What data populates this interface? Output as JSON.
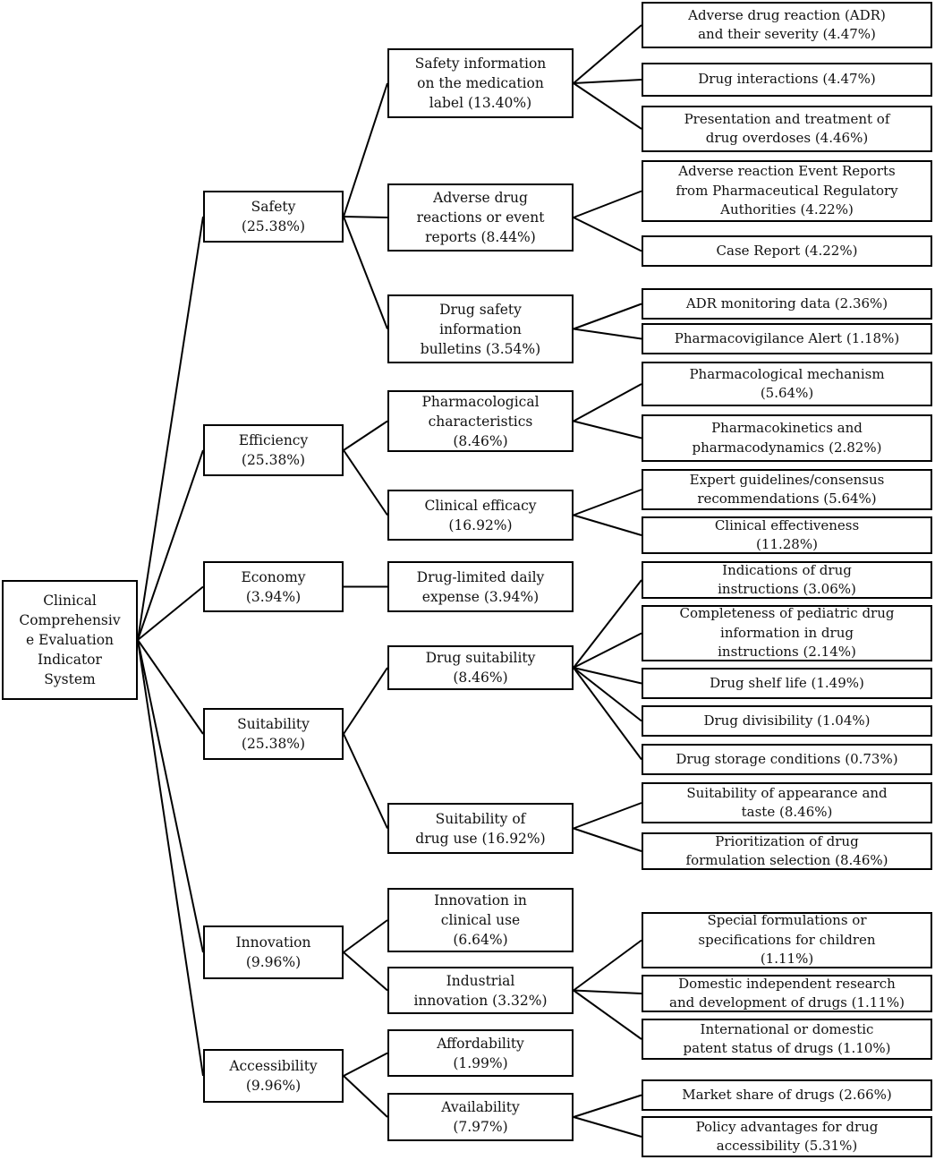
{
  "root": {
    "id": "root",
    "label": "Clinical\nComprehensiv\ne Evaluation\nIndicator\nSystem"
  },
  "level1": [
    {
      "id": "safety",
      "label": "Safety\n(25.38%)"
    },
    {
      "id": "efficiency",
      "label": "Efficiency\n(25.38%)"
    },
    {
      "id": "economy",
      "label": "Economy\n(3.94%)"
    },
    {
      "id": "suitability",
      "label": "Suitability\n(25.38%)"
    },
    {
      "id": "innovation",
      "label": "Innovation\n(9.96%)"
    },
    {
      "id": "accessibility",
      "label": "Accessibility\n(9.96%)"
    }
  ],
  "level2": [
    {
      "id": "s1",
      "parent": "safety",
      "label": "Safety information\non the medication\nlabel (13.40%)"
    },
    {
      "id": "s2",
      "parent": "safety",
      "label": "Adverse drug\nreactions or event\nreports (8.44%)"
    },
    {
      "id": "s3",
      "parent": "safety",
      "label": "Drug safety\ninformation\nbulletins (3.54%)"
    },
    {
      "id": "e1",
      "parent": "efficiency",
      "label": "Pharmacological\ncharacteristics\n(8.46%)"
    },
    {
      "id": "e2",
      "parent": "efficiency",
      "label": "Clinical efficacy\n(16.92%)"
    },
    {
      "id": "ec1",
      "parent": "economy",
      "label": "Drug-limited daily\nexpense (3.94%)"
    },
    {
      "id": "u1",
      "parent": "suitability",
      "label": "Drug suitability\n(8.46%)"
    },
    {
      "id": "u2",
      "parent": "suitability",
      "label": "Suitability of\ndrug use (16.92%)"
    },
    {
      "id": "i1",
      "parent": "innovation",
      "label": "Innovation in\nclinical use\n(6.64%)"
    },
    {
      "id": "i2",
      "parent": "innovation",
      "label": "Industrial\ninnovation (3.32%)"
    },
    {
      "id": "a1",
      "parent": "accessibility",
      "label": "Affordability\n(1.99%)"
    },
    {
      "id": "a2",
      "parent": "accessibility",
      "label": "Availability\n(7.97%)"
    }
  ],
  "level3": [
    {
      "id": "s1a",
      "parent": "s1",
      "label": "Adverse drug reaction (ADR)\nand their severity (4.47%)"
    },
    {
      "id": "s1b",
      "parent": "s1",
      "label": "Drug interactions (4.47%)"
    },
    {
      "id": "s1c",
      "parent": "s1",
      "label": "Presentation and treatment of\ndrug overdoses (4.46%)"
    },
    {
      "id": "s2a",
      "parent": "s2",
      "label": "Adverse reaction Event Reports\nfrom Pharmaceutical Regulatory\nAuthorities (4.22%)"
    },
    {
      "id": "s2b",
      "parent": "s2",
      "label": "Case Report (4.22%)"
    },
    {
      "id": "s3a",
      "parent": "s3",
      "label": "ADR monitoring data (2.36%)"
    },
    {
      "id": "s3b",
      "parent": "s3",
      "label": "Pharmacovigilance Alert (1.18%)"
    },
    {
      "id": "e1a",
      "parent": "e1",
      "label": "Pharmacological mechanism\n(5.64%)"
    },
    {
      "id": "e1b",
      "parent": "e1",
      "label": "Pharmacokinetics and\npharmacodynamics (2.82%)"
    },
    {
      "id": "e2a",
      "parent": "e2",
      "label": "Expert guidelines/consensus\nrecommendations (5.64%)"
    },
    {
      "id": "e2b",
      "parent": "e2",
      "label": "Clinical effectiveness\n(11.28%)"
    },
    {
      "id": "u1a",
      "parent": "u1",
      "label": "Indications of drug\ninstructions (3.06%)"
    },
    {
      "id": "u1b",
      "parent": "u1",
      "label": "Completeness of pediatric drug\ninformation in drug\ninstructions (2.14%)"
    },
    {
      "id": "u1c",
      "parent": "u1",
      "label": "Drug shelf life (1.49%)"
    },
    {
      "id": "u1d",
      "parent": "u1",
      "label": "Drug divisibility (1.04%)"
    },
    {
      "id": "u1e",
      "parent": "u1",
      "label": "Drug storage conditions (0.73%)"
    },
    {
      "id": "u2a",
      "parent": "u2",
      "label": "Suitability of appearance and\ntaste (8.46%)"
    },
    {
      "id": "u2b",
      "parent": "u2",
      "label": "Prioritization of drug\nformulation selection (8.46%)"
    },
    {
      "id": "i2a",
      "parent": "i2",
      "label": "Special formulations or\nspecifications for children\n(1.11%)"
    },
    {
      "id": "i2b",
      "parent": "i2",
      "label": "Domestic independent research\nand development of drugs (1.11%)"
    },
    {
      "id": "i2c",
      "parent": "i2",
      "label": "International or domestic\npatent status of drugs (1.10%)"
    },
    {
      "id": "a2a",
      "parent": "a2",
      "label": "Market share of drugs (2.66%)"
    },
    {
      "id": "a2b",
      "parent": "a2",
      "label": "Policy advantages for drug\naccessibility (5.31%)"
    }
  ]
}
